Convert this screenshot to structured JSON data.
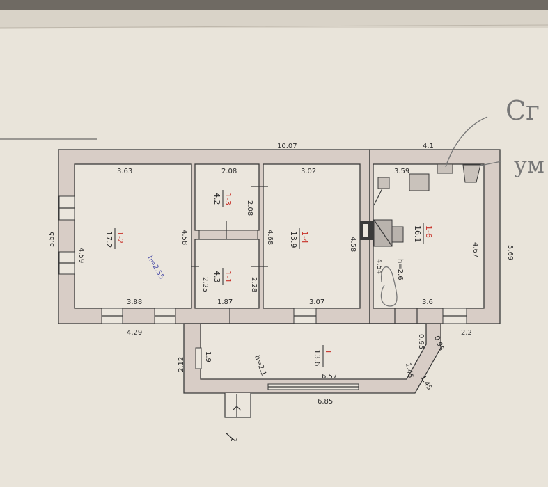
{
  "dimensions": {
    "total_length": "10.07",
    "right_block_length": "4.1",
    "left_depth": "5.55",
    "right_depth": "5.69",
    "bottom_left": "4.29",
    "bottom_right": "2.2",
    "porch_depth": "2.12",
    "porch_length": "6.85"
  },
  "rooms": [
    {
      "id": "1-2",
      "area": "17.2",
      "top": "3.63",
      "bottom": "3.88",
      "left": "4.59",
      "right": "4.58",
      "note": "h=2.55"
    },
    {
      "id": "1-3",
      "area": "4.2",
      "top": "2.08",
      "side": "2.08"
    },
    {
      "id": "1-1",
      "area": "4.3",
      "bottom": "1.87",
      "left": "2.25",
      "right": "2.28"
    },
    {
      "id": "1-4",
      "area": "13.9",
      "top": "3.02",
      "bottom": "3.07",
      "left": "4.68",
      "right": "4.58"
    },
    {
      "id": "1-6",
      "area": "16.1",
      "top": "3.59",
      "bottom": "3.6",
      "left": "4.54",
      "right": "4.67",
      "note": "h=2.6"
    },
    {
      "id": "I",
      "area": "13.6",
      "bottom": "6.57",
      "left": "1.9",
      "note": "h=2.1",
      "right_a": "1.45",
      "right_b": "0.95",
      "right_c": "0.95",
      "right_d": "1.45"
    }
  ],
  "handwriting": {
    "line1": "Сг",
    "line2": "ум"
  },
  "entrance": {
    "label": "1"
  }
}
